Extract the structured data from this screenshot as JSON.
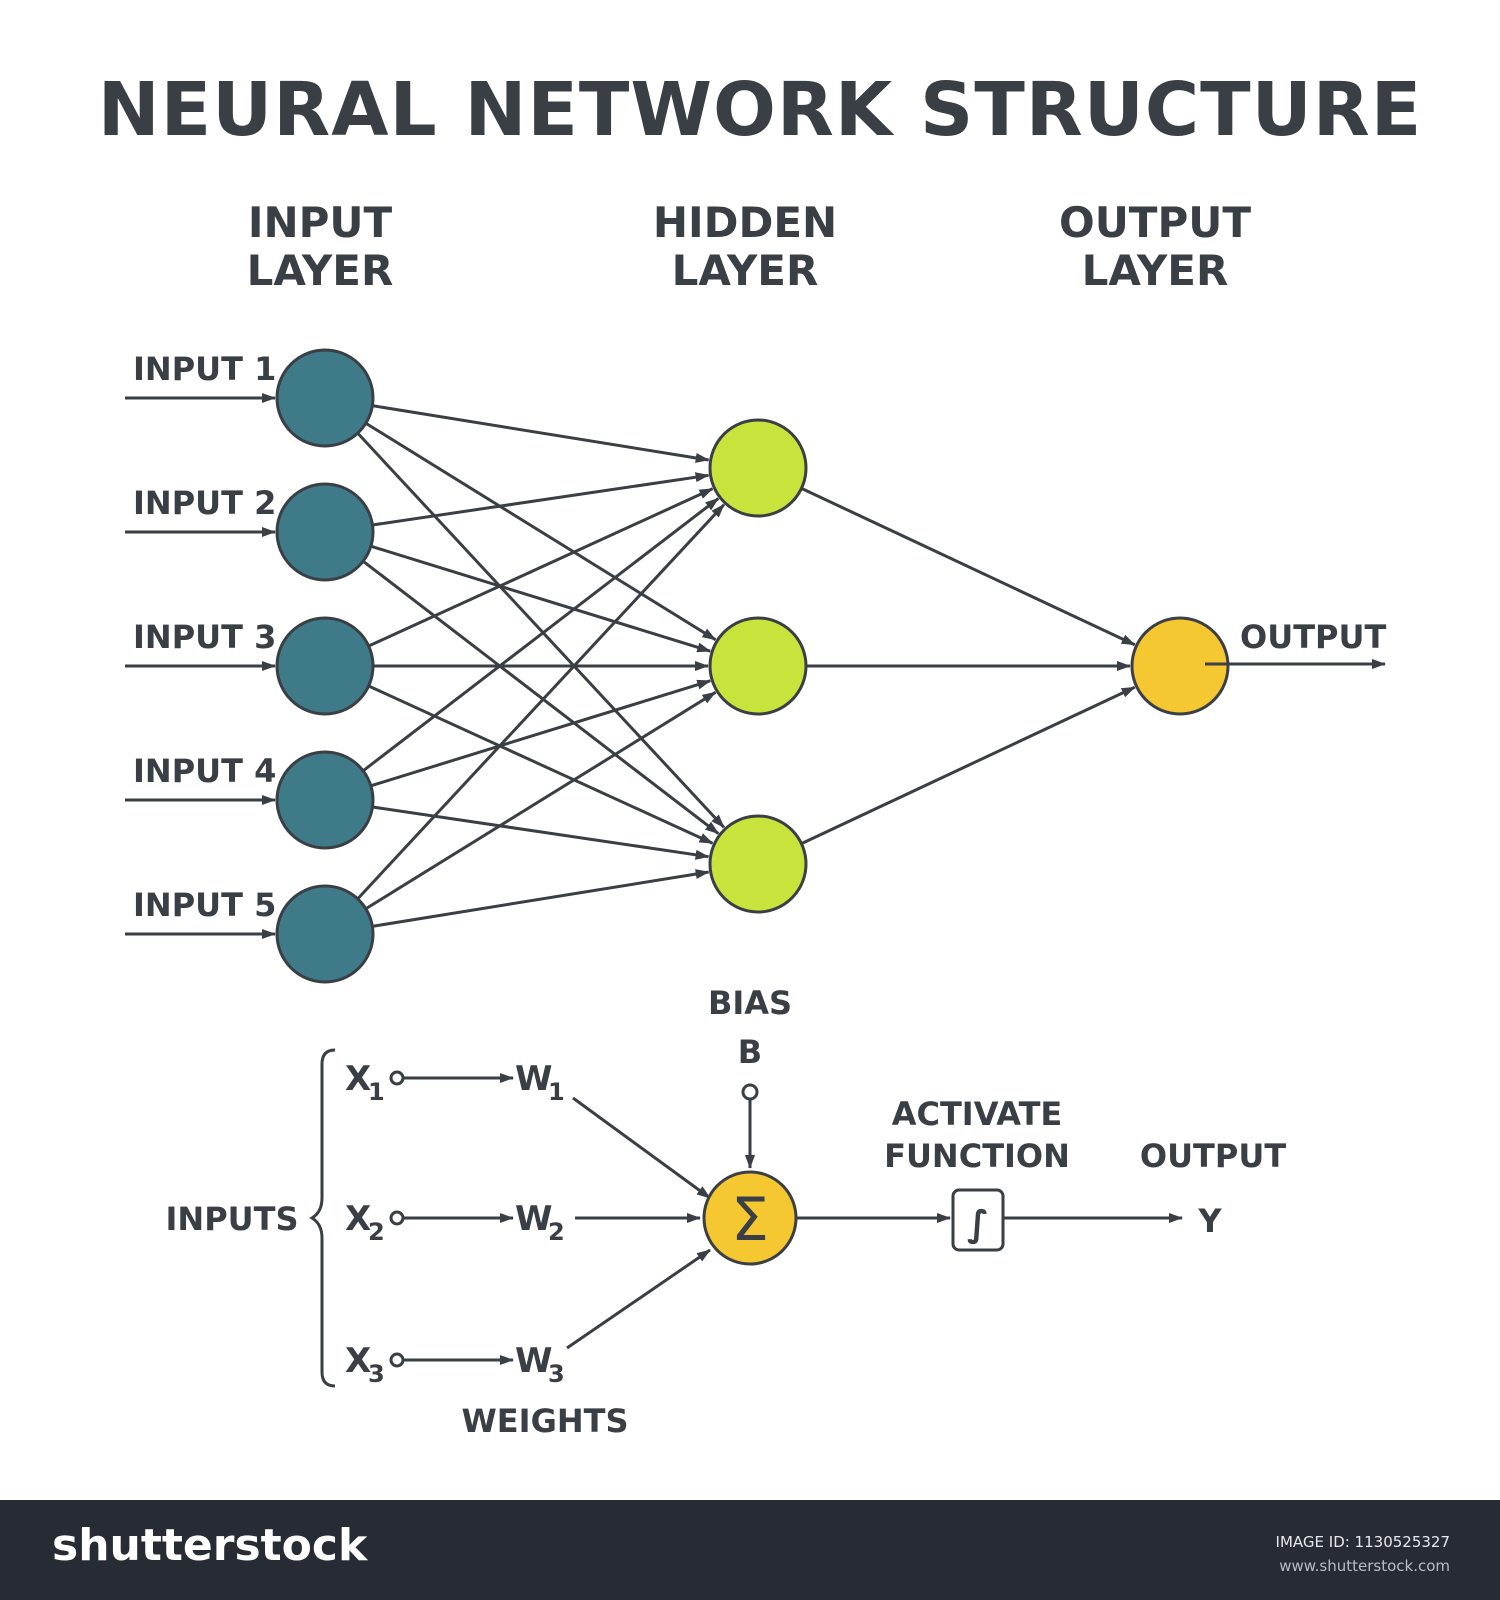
{
  "title": "NEURAL NETWORK STRUCTURE",
  "layers": {
    "input": [
      "INPUT",
      "LAYER"
    ],
    "hidden": [
      "HIDDEN",
      "LAYER"
    ],
    "output": [
      "OUTPUT",
      "LAYER"
    ]
  },
  "input_labels": [
    "INPUT 1",
    "INPUT 2",
    "INPUT 3",
    "INPUT 4",
    "INPUT 5"
  ],
  "output_label": "OUTPUT",
  "perceptron": {
    "inputs_label": "INPUTS",
    "x": [
      "X",
      "X",
      "X"
    ],
    "x_sub": [
      "1",
      "2",
      "3"
    ],
    "w": [
      "W",
      "W",
      "W"
    ],
    "w_sub": [
      "1",
      "2",
      "3"
    ],
    "weights_label": "WEIGHTS",
    "bias_label": "BIAS",
    "bias_symbol": "B",
    "sum_symbol": "Σ",
    "activate_label": [
      "ACTIVATE",
      "FUNCTION"
    ],
    "function_symbol": "∫",
    "output_label": "OUTPUT",
    "output_symbol": "Y"
  },
  "colors": {
    "input_node": "#3f7a89",
    "hidden_node": "#c8e33c",
    "output_node": "#f5c730",
    "stroke": "#3a3f45",
    "footer_bg": "#272c34"
  },
  "footer": {
    "brand": "shutterstock",
    "image_id": "IMAGE ID: 1130525327",
    "site": "www.shutterstock.com"
  }
}
